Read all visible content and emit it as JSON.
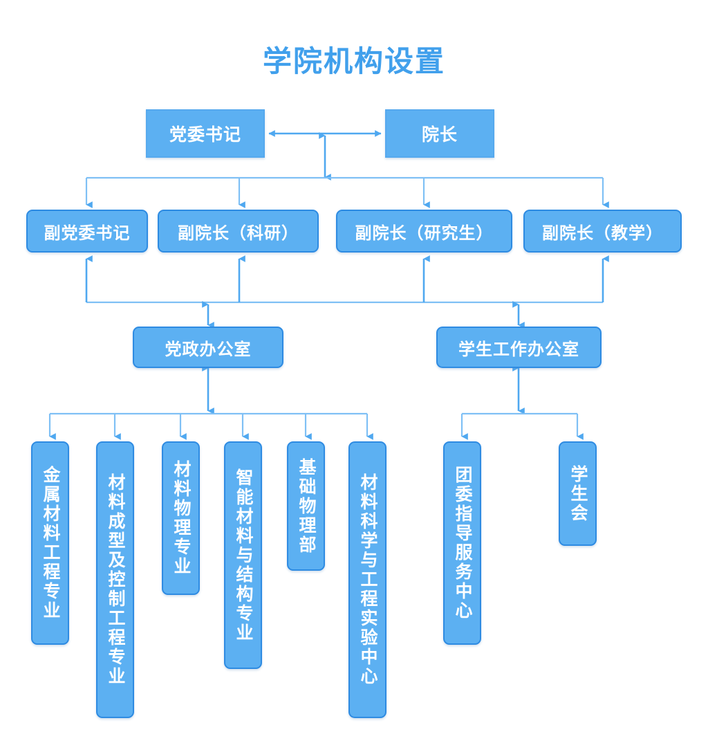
{
  "title": "学院机构设置",
  "colors": {
    "title": "#41A0EC",
    "node_fill": "#5CB0F2",
    "node_border": "#2E8BE2",
    "connector": "#4FA8F0",
    "bus_line": "#7FC0F5",
    "text": "#FFFFFF",
    "background": "#FFFFFF"
  },
  "chart_data": {
    "type": "diagram",
    "subtype": "organization-chart",
    "title": "学院机构设置",
    "levels": [
      {
        "level": 1,
        "name": "leadership",
        "nodes": [
          {
            "id": "party-secretary",
            "label": "党委书记"
          },
          {
            "id": "dean",
            "label": "院长"
          }
        ]
      },
      {
        "level": 2,
        "name": "deputy-leadership",
        "nodes": [
          {
            "id": "deputy-party-secretary",
            "label": "副党委书记"
          },
          {
            "id": "vice-dean-research",
            "label": "副院长（科研）"
          },
          {
            "id": "vice-dean-graduate",
            "label": "副院长（研究生）"
          },
          {
            "id": "vice-dean-teaching",
            "label": "副院长（教学）"
          }
        ]
      },
      {
        "level": 3,
        "name": "offices",
        "nodes": [
          {
            "id": "admin-office",
            "label": "党政办公室"
          },
          {
            "id": "student-affairs-office",
            "label": "学生工作办公室"
          }
        ]
      },
      {
        "level": 4,
        "name": "departments-and-units",
        "groups": [
          {
            "parent": "admin-office",
            "nodes": [
              {
                "id": "metal-materials-eng",
                "label": "金属材料工程专业"
              },
              {
                "id": "material-forming-control-eng",
                "label": "材料成型及控制工程专业"
              },
              {
                "id": "material-physics",
                "label": "材料物理专业"
              },
              {
                "id": "smart-materials-structures",
                "label": "智能材料与结构专业"
              },
              {
                "id": "basic-physics-dept",
                "label": "基础物理部"
              },
              {
                "id": "msе-experiment-center",
                "label": "材料科学与工程实验中心"
              }
            ]
          },
          {
            "parent": "student-affairs-office",
            "nodes": [
              {
                "id": "youth-league-service-center",
                "label": "团委指导服务中心"
              },
              {
                "id": "student-union",
                "label": "学生会"
              }
            ]
          }
        ]
      }
    ],
    "edges": [
      {
        "from": "party-secretary",
        "to": "dean",
        "style": "double-arrow-horizontal"
      },
      {
        "from": "leadership-midpoint",
        "to": "deputy-leadership-bus",
        "style": "double-arrow-vertical"
      },
      {
        "from": "deputy-leadership-bus",
        "to": "deputy-party-secretary",
        "style": "arrow-down"
      },
      {
        "from": "deputy-leadership-bus",
        "to": "vice-dean-research",
        "style": "arrow-down"
      },
      {
        "from": "deputy-leadership-bus",
        "to": "vice-dean-graduate",
        "style": "arrow-down"
      },
      {
        "from": "deputy-leadership-bus",
        "to": "vice-dean-teaching",
        "style": "arrow-down"
      },
      {
        "from": "office-collector-bus",
        "to": "deputy-party-secretary",
        "style": "arrow-up"
      },
      {
        "from": "office-collector-bus",
        "to": "vice-dean-research",
        "style": "arrow-up"
      },
      {
        "from": "office-collector-bus",
        "to": "vice-dean-graduate",
        "style": "arrow-up"
      },
      {
        "from": "office-collector-bus",
        "to": "vice-dean-teaching",
        "style": "arrow-up"
      },
      {
        "from": "office-collector-bus",
        "to": "admin-office",
        "style": "double-arrow-vertical"
      },
      {
        "from": "office-collector-bus",
        "to": "student-affairs-office",
        "style": "double-arrow-vertical"
      },
      {
        "from": "admin-office",
        "to": "left-group-bus",
        "style": "double-arrow-vertical"
      },
      {
        "from": "left-group-bus",
        "to": "metal-materials-eng",
        "style": "arrow-down"
      },
      {
        "from": "left-group-bus",
        "to": "material-forming-control-eng",
        "style": "arrow-down"
      },
      {
        "from": "left-group-bus",
        "to": "material-physics",
        "style": "arrow-down"
      },
      {
        "from": "left-group-bus",
        "to": "smart-materials-structures",
        "style": "arrow-down"
      },
      {
        "from": "left-group-bus",
        "to": "basic-physics-dept",
        "style": "arrow-down"
      },
      {
        "from": "left-group-bus",
        "to": "mse-experiment-center",
        "style": "arrow-down"
      },
      {
        "from": "student-affairs-office",
        "to": "right-group-bus",
        "style": "double-arrow-vertical"
      },
      {
        "from": "right-group-bus",
        "to": "youth-league-service-center",
        "style": "arrow-down"
      },
      {
        "from": "right-group-bus",
        "to": "student-union",
        "style": "arrow-down"
      }
    ]
  },
  "nodes": {
    "party_secretary": "党委书记",
    "dean": "院长",
    "deputy_party_secretary": "副党委书记",
    "vice_dean_research": "副院长（科研）",
    "vice_dean_graduate": "副院长（研究生）",
    "vice_dean_teaching": "副院长（教学）",
    "admin_office": "党政办公室",
    "student_affairs_office": "学生工作办公室",
    "metal_materials_eng": "金属材料工程专业",
    "material_forming_control_eng": "材料成型及控制工程专业",
    "material_physics": "材料物理专业",
    "smart_materials_structures": "智能材料与结构专业",
    "basic_physics_dept": "基础物理部",
    "mse_experiment_center": "材料科学与工程实验中心",
    "youth_league_service_center": "团委指导服务中心",
    "student_union": "学生会"
  }
}
